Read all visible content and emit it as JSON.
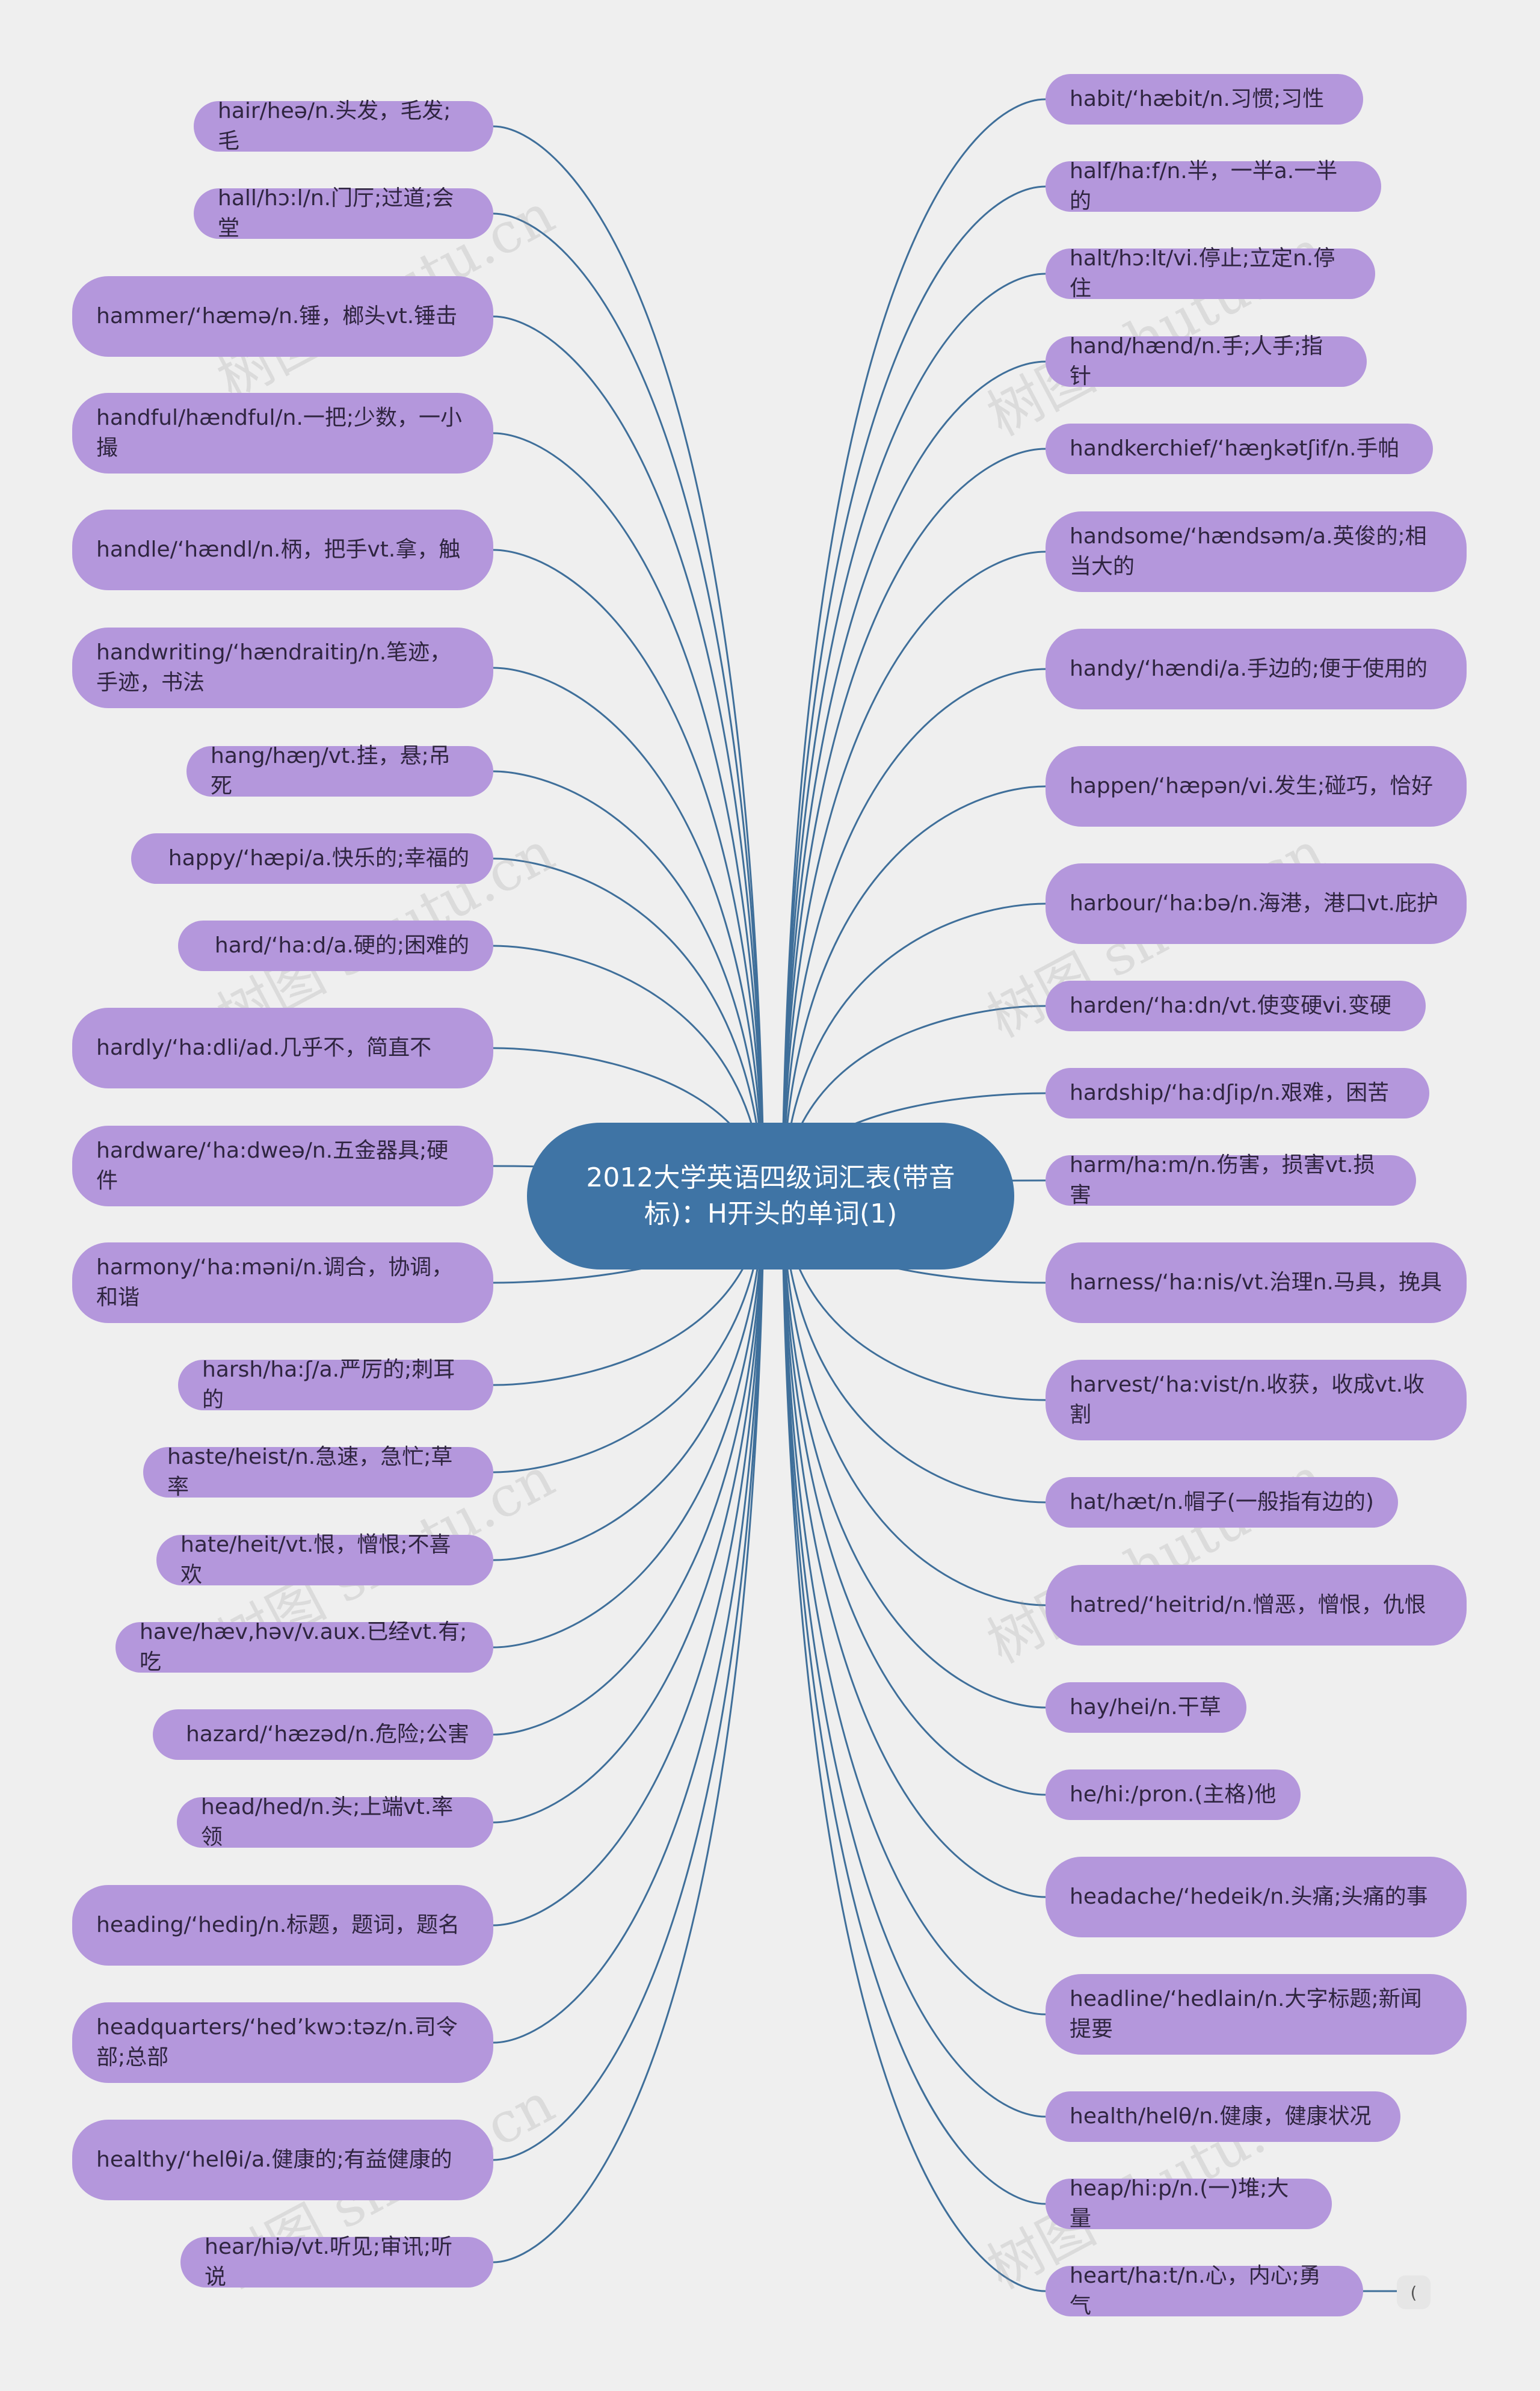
{
  "title": "2012大学英语四级词汇表(带音标)：H开头的单词(1)",
  "watermark": "树图 shutu.cn",
  "collapse_indicator": "(",
  "colors": {
    "background": "#efefef",
    "center_node": "#3f74a5",
    "leaf_node": "#b497dc",
    "link": "#3f6f9a"
  },
  "left_nodes": [
    "hair/heə/n.头发，毛发;毛",
    "hall/hɔ:l/n.门厅;过道;会堂",
    "hammer/‘hæmə/n.锤，榔头vt.锤击",
    "handful/hændful/n.一把;少数，一小撮",
    "handle/‘hændl/n.柄，把手vt.拿，触",
    "handwriting/‘hændraitiŋ/n.笔迹，手迹，书法",
    "hang/hæŋ/vt.挂，悬;吊死",
    "happy/‘hæpi/a.快乐的;幸福的",
    "hard/‘ha:d/a.硬的;困难的",
    "hardly/‘ha:dli/ad.几乎不，简直不",
    "hardware/‘ha:dweə/n.五金器具;硬件",
    "harmony/‘ha:məni/n.调合，协调，和谐",
    "harsh/ha:ʃ/a.严厉的;刺耳的",
    "haste/heist/n.急速，急忙;草率",
    "hate/heit/vt.恨，憎恨;不喜欢",
    "have/hæv,həv/v.aux.已经vt.有;吃",
    "hazard/‘hæzəd/n.危险;公害",
    "head/hed/n.头;上端vt.率领",
    "heading/‘hediŋ/n.标题，题词，题名",
    "headquarters/‘hed’kwɔ:təz/n.司令部;总部",
    "healthy/‘helθi/a.健康的;有益健康的",
    "hear/hiə/vt.听见;审讯;听说"
  ],
  "right_nodes": [
    "habit/‘hæbit/n.习惯;习性",
    "half/ha:f/n.半，一半a.一半的",
    "halt/hɔ:lt/vi.停止;立定n.停住",
    "hand/hænd/n.手;人手;指针",
    "handkerchief/‘hæŋkətʃif/n.手帕",
    "handsome/‘hændsəm/a.英俊的;相当大的",
    "handy/‘hændi/a.手边的;便于使用的",
    "happen/‘hæpən/vi.发生;碰巧，恰好",
    "harbour/‘ha:bə/n.海港，港口vt.庇护",
    "harden/‘ha:dn/vt.使变硬vi.变硬",
    "hardship/‘ha:dʃip/n.艰难，困苦",
    "harm/ha:m/n.伤害，损害vt.损害",
    "harness/‘ha:nis/vt.治理n.马具，挽具",
    "harvest/‘ha:vist/n.收获，收成vt.收割",
    "hat/hæt/n.帽子(一般指有边的)",
    "hatred/‘heitrid/n.憎恶，憎恨，仇恨",
    "hay/hei/n.干草",
    "he/hi:/pron.(主格)他",
    "headache/‘hedeik/n.头痛;头痛的事",
    "headline/‘hedlain/n.大字标题;新闻提要",
    "health/helθ/n.健康，健康状况",
    "heap/hi:p/n.(一)堆;大量",
    "heart/ha:t/n.心，内心;勇气"
  ]
}
